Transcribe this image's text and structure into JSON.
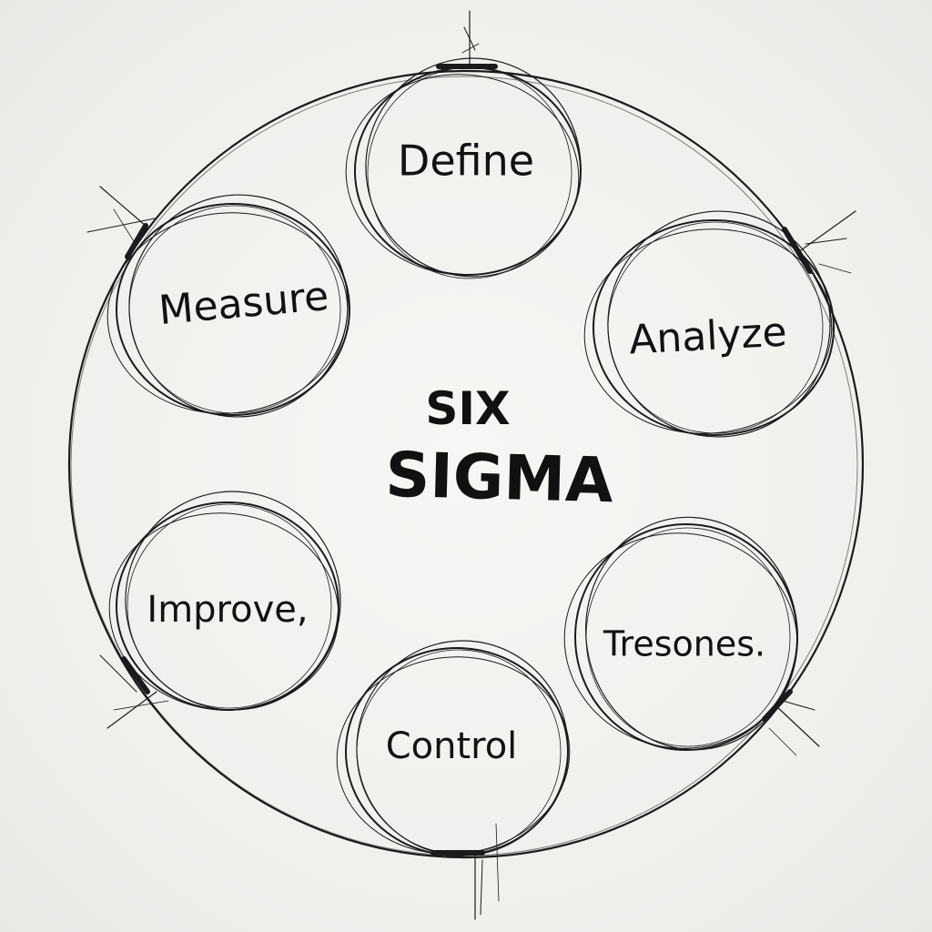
{
  "center": {
    "line1": "SIX",
    "line2": "SIGMA"
  },
  "nodes": [
    {
      "id": "define",
      "label": "Define"
    },
    {
      "id": "analyze",
      "label": "Analyze"
    },
    {
      "id": "tresones",
      "label": "Tresones."
    },
    {
      "id": "control",
      "label": "Control"
    },
    {
      "id": "improve",
      "label": "Improve,"
    },
    {
      "id": "measure",
      "label": "Measure"
    }
  ],
  "colors": {
    "ink": "#1b1b1b",
    "paper": "#f1f1ef"
  }
}
